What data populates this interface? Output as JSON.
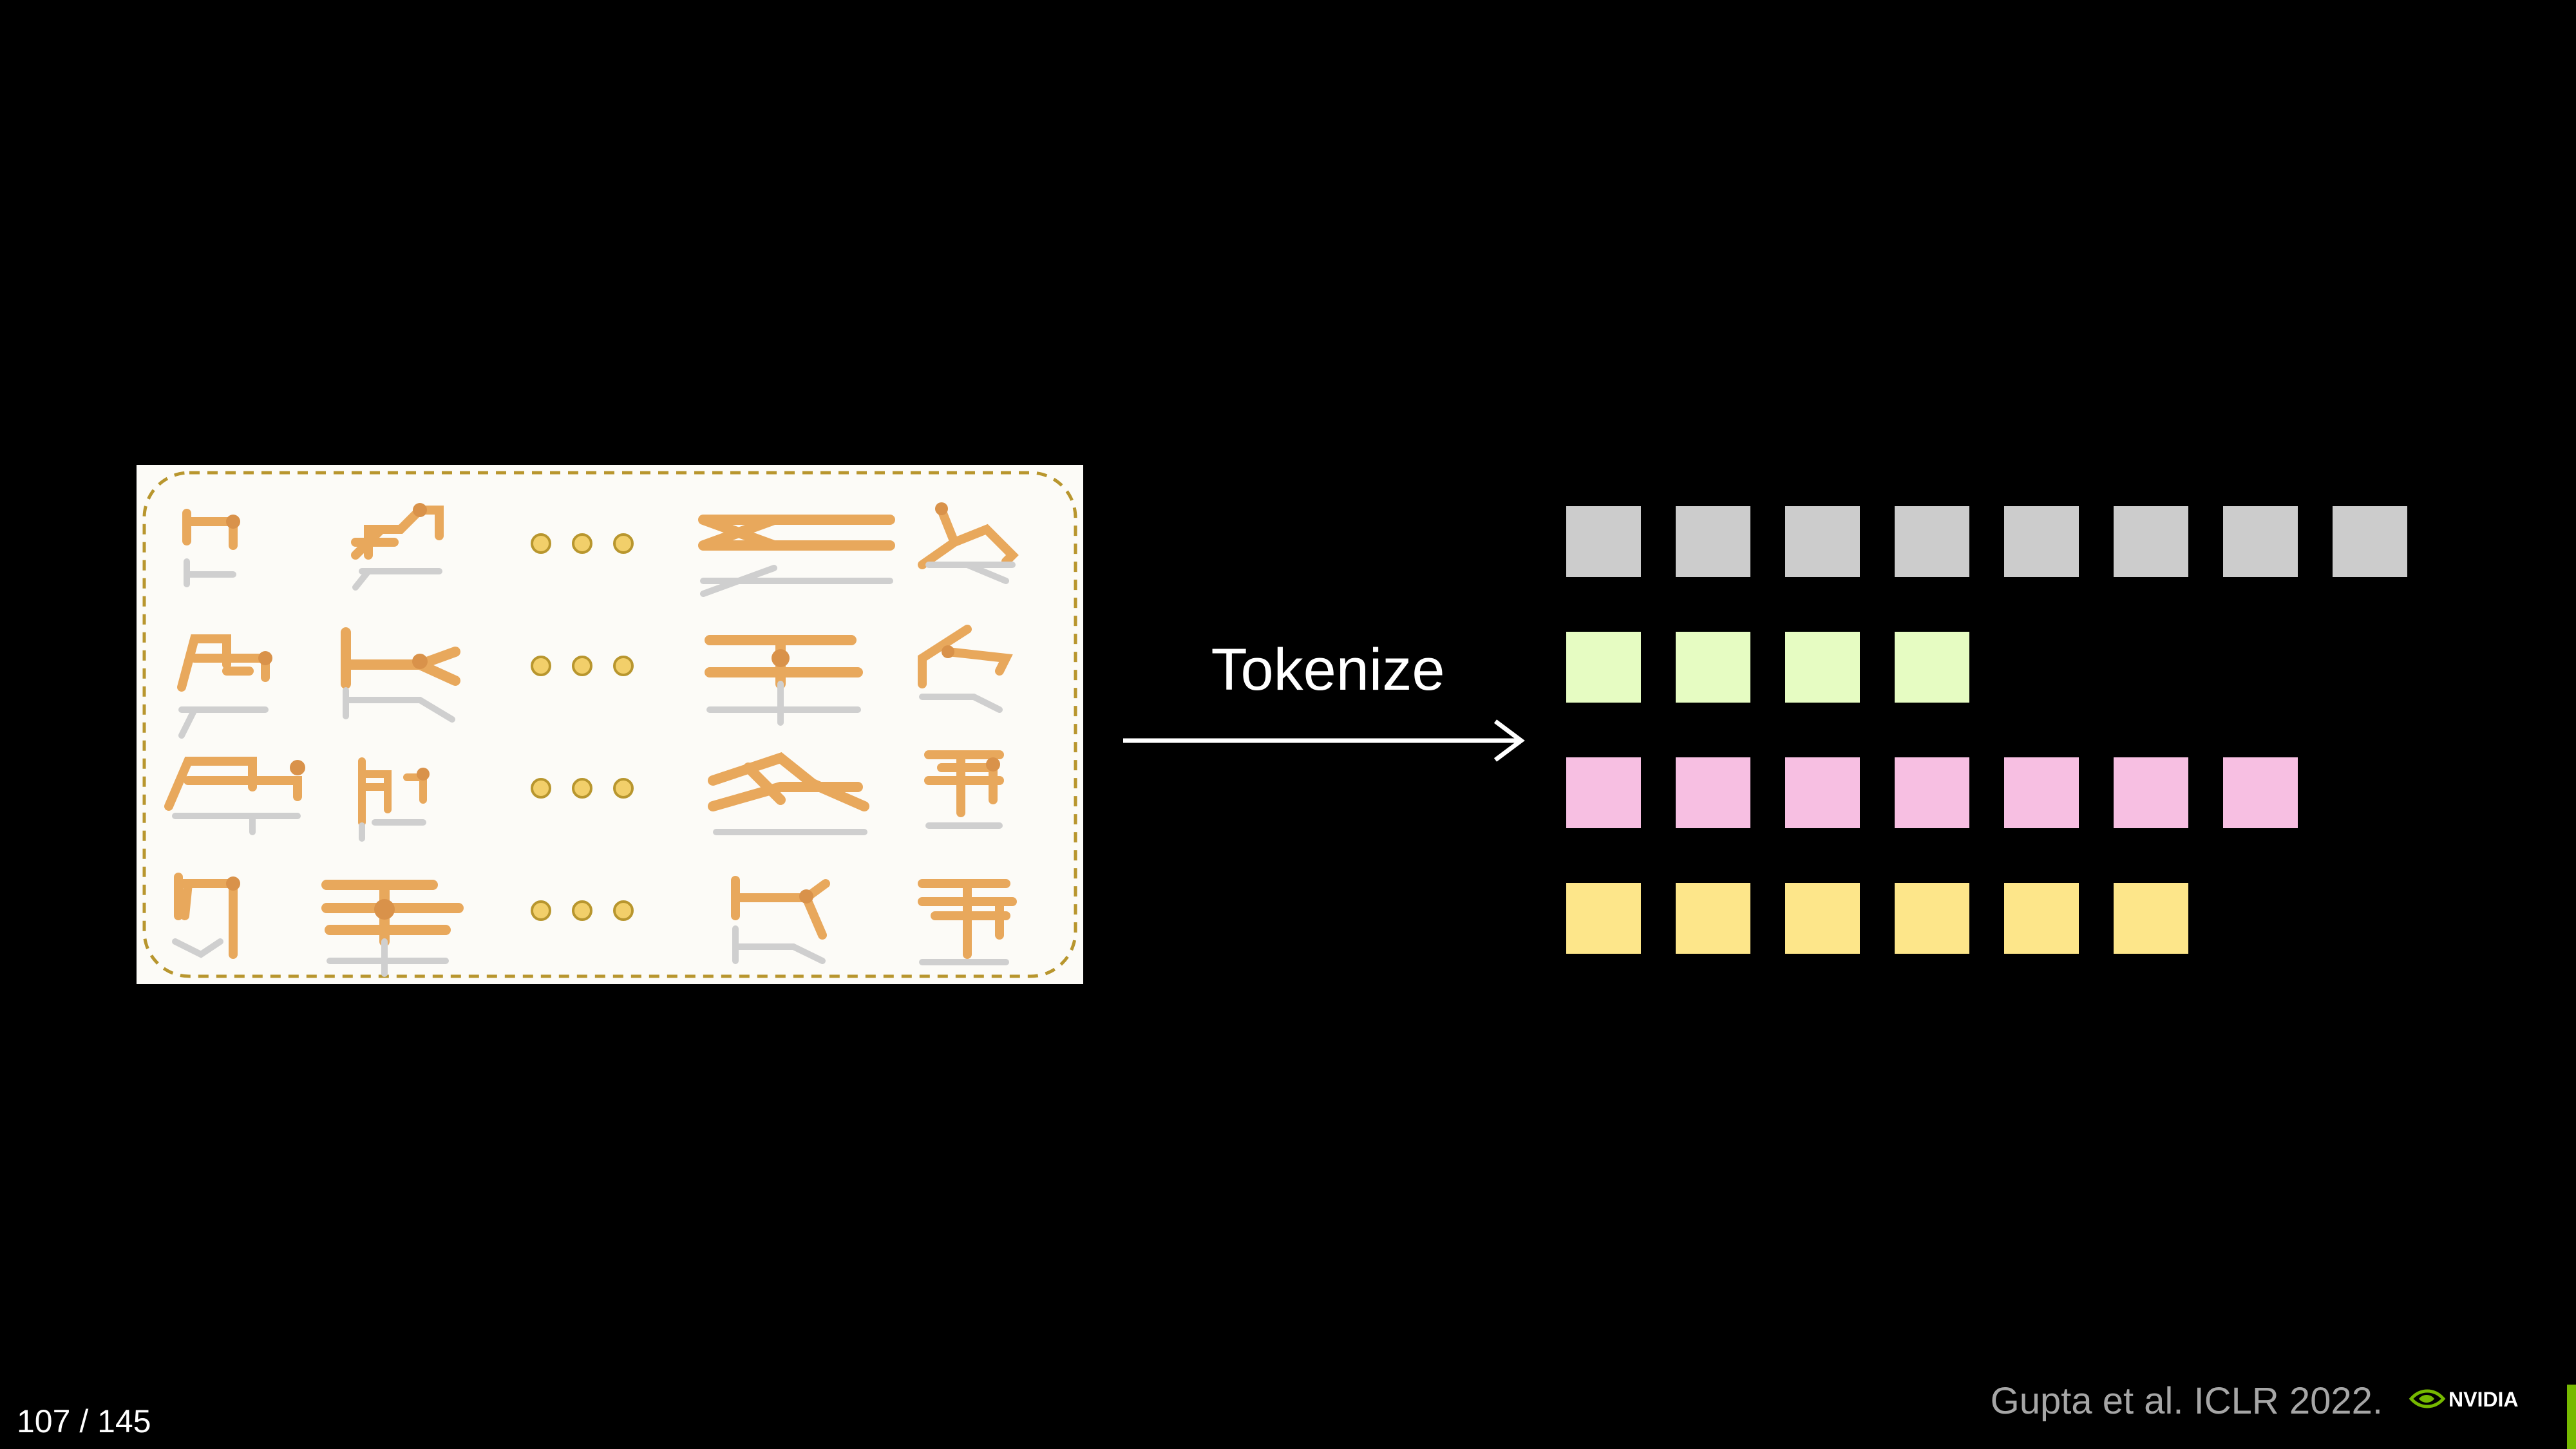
{
  "slide": {
    "tokenize_label": "Tokenize",
    "page_number": "107 / 145",
    "citation": "Gupta et al. ICLR 2022.",
    "logo_text": "NVIDIA"
  },
  "figure": {
    "icon": "robot-morphology-grid",
    "rows": 4,
    "ellipsis": "•••",
    "panel_color": "#fcfbf7",
    "border_color": "#b8962e",
    "robot_color": "#e8a85c"
  },
  "token_rows": [
    {
      "name": "token-row-1",
      "count": 8,
      "color": "#cccccc"
    },
    {
      "name": "token-row-2",
      "count": 4,
      "color": "#e6fcc2"
    },
    {
      "name": "token-row-3",
      "count": 7,
      "color": "#f7bfe2"
    },
    {
      "name": "token-row-4",
      "count": 6,
      "color": "#fde68a"
    }
  ],
  "colors": {
    "background": "#000000",
    "accent": "#76b900",
    "citation": "#a6a6a6"
  }
}
